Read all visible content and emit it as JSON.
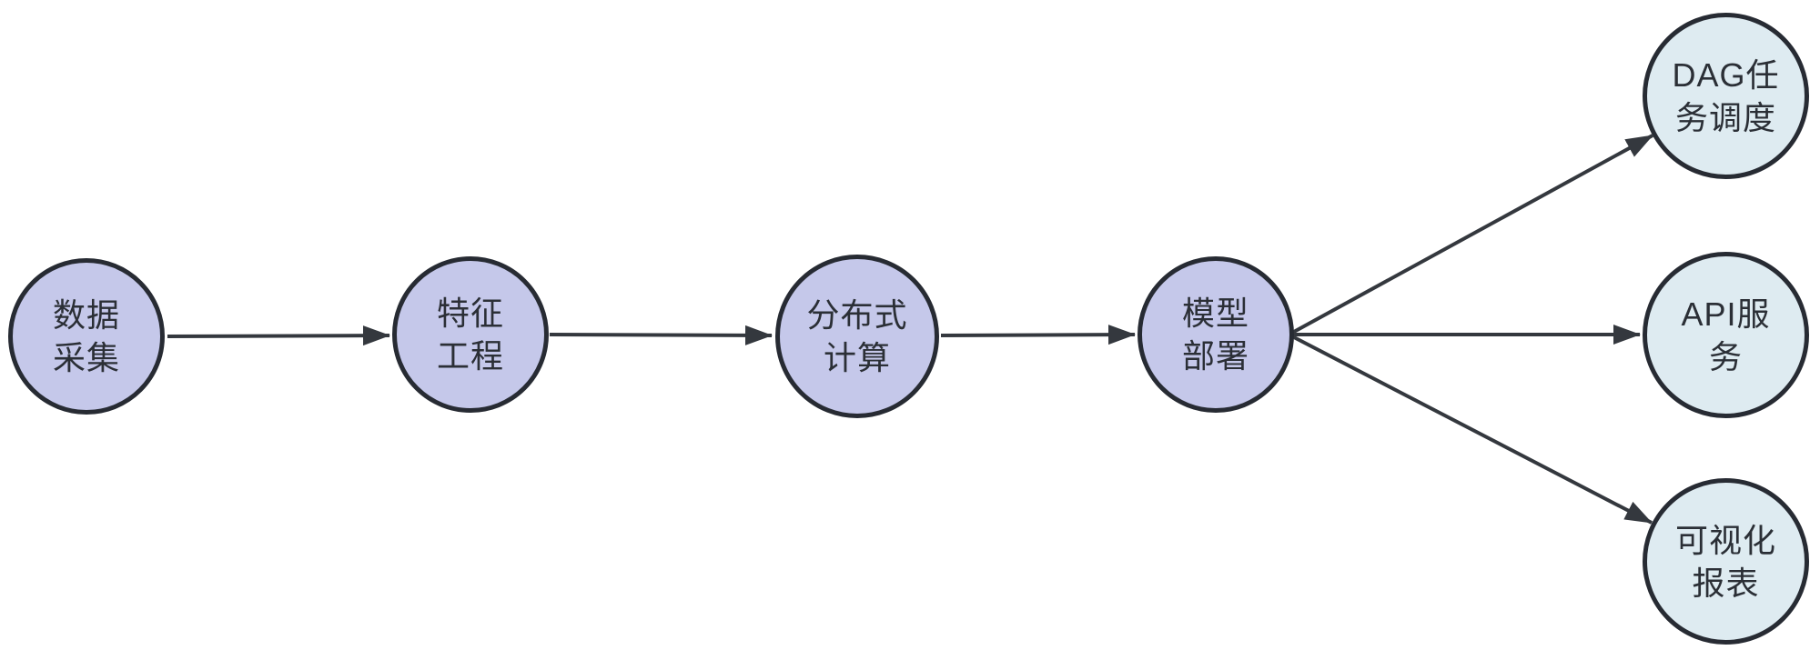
{
  "diagram": {
    "type": "flowchart",
    "direction": "left-to-right",
    "colors": {
      "stage_fill": "#c5c8ea",
      "output_fill": "#deebf1",
      "node_border": "#272b33",
      "edge_color": "#34383e",
      "text_color": "#2b2f36",
      "background": "#ffffff"
    },
    "nodes": [
      {
        "id": "data-collection",
        "kind": "stage",
        "label": "数据采集",
        "line1": "数据",
        "line2": "采集"
      },
      {
        "id": "feature-engineering",
        "kind": "stage",
        "label": "特征工程",
        "line1": "特征",
        "line2": "工程"
      },
      {
        "id": "distributed-computing",
        "kind": "stage",
        "label": "分布式计算",
        "line1": "分布式",
        "line2": "计算"
      },
      {
        "id": "model-deployment",
        "kind": "stage",
        "label": "模型部署",
        "line1": "模型",
        "line2": "部署"
      },
      {
        "id": "dag-task-scheduling",
        "kind": "output",
        "label": "DAG任务调度",
        "line1": "DAG任",
        "line2": "务调度"
      },
      {
        "id": "api-service",
        "kind": "output",
        "label": "API服务",
        "line1": "API服",
        "line2": "务"
      },
      {
        "id": "visualization-report",
        "kind": "output",
        "label": "可视化报表",
        "line1": "可视化",
        "line2": "报表"
      }
    ],
    "edges": [
      {
        "from": "数据采集",
        "to": "特征工程"
      },
      {
        "from": "特征工程",
        "to": "分布式计算"
      },
      {
        "from": "分布式计算",
        "to": "模型部署"
      },
      {
        "from": "模型部署",
        "to": "DAG任务调度"
      },
      {
        "from": "模型部署",
        "to": "API服务"
      },
      {
        "from": "模型部署",
        "to": "可视化报表"
      }
    ]
  }
}
